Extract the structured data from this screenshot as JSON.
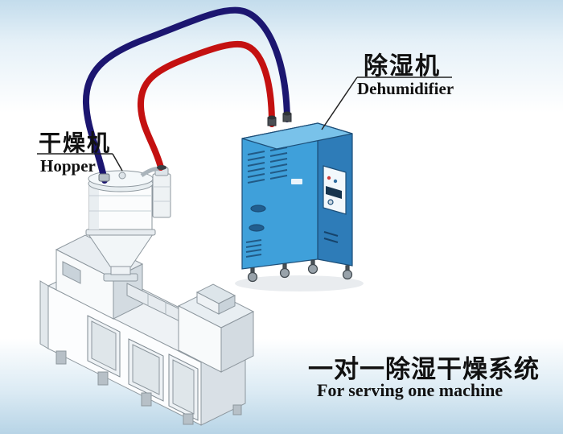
{
  "labels": {
    "dehumidifier": {
      "zh": "除湿机",
      "en": "Dehumidifier"
    },
    "hopper": {
      "zh": "干燥机",
      "en": "Hopper"
    },
    "caption": {
      "zh": "一对一除湿干燥系统",
      "en": "For serving one machine"
    }
  },
  "colors": {
    "pipe_red": "#c41111",
    "pipe_navy": "#1c1670",
    "cabinet_front": "#3fa0da",
    "cabinet_side": "#2e7cb8",
    "cabinet_top": "#79c2ea",
    "cabinet_outline": "#1c4e78",
    "background_top": "#c3dcec",
    "background_bottom": "#b7d4e6"
  }
}
